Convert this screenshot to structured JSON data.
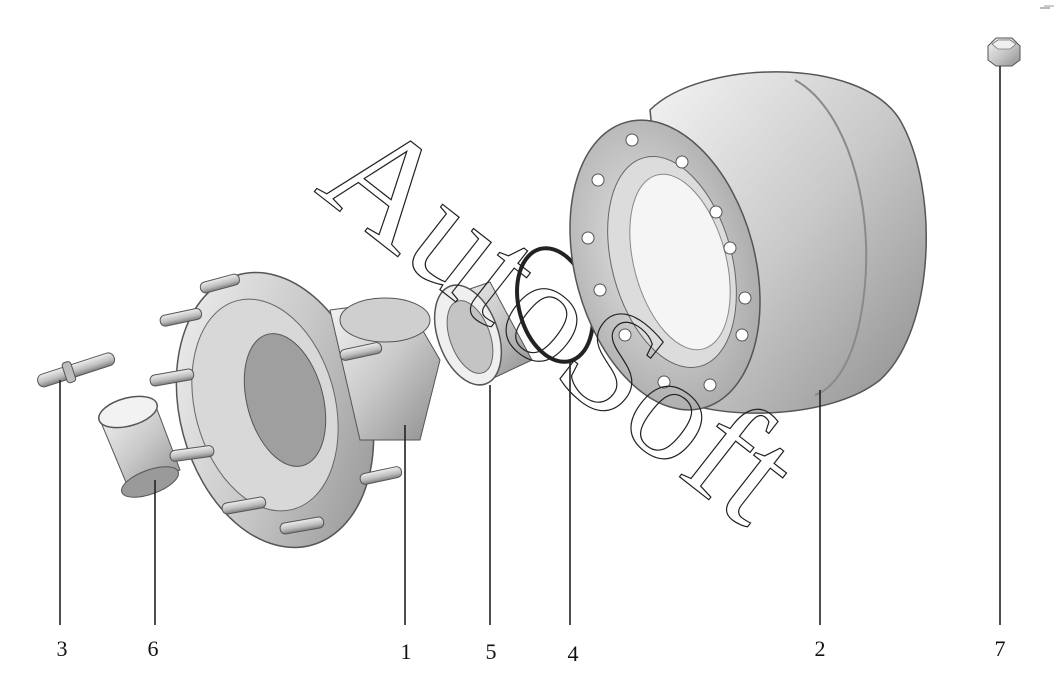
{
  "watermark": {
    "text": "AutoSoft"
  },
  "callouts": [
    {
      "id": "3",
      "label": "3"
    },
    {
      "id": "6",
      "label": "6"
    },
    {
      "id": "1",
      "label": "1"
    },
    {
      "id": "5",
      "label": "5"
    },
    {
      "id": "4",
      "label": "4"
    },
    {
      "id": "2",
      "label": "2"
    },
    {
      "id": "7",
      "label": "7"
    }
  ]
}
